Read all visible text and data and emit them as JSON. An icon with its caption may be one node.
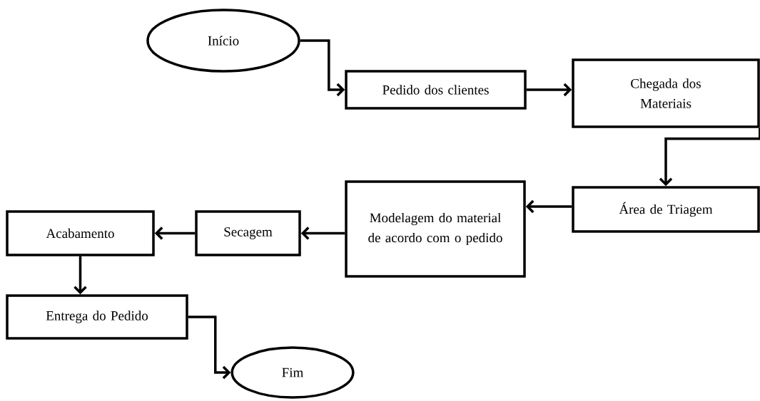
{
  "diagram": {
    "nodes": [
      {
        "text": [
          "Início"
        ]
      },
      {
        "text": [
          "Pedido dos clientes"
        ]
      },
      {
        "text": [
          "Chegada dos Materiais"
        ]
      },
      {
        "text": [
          "Área de Triagem"
        ]
      },
      {
        "text": [
          "Modelagem do material de acordo com o pedido"
        ]
      },
      {
        "text": [
          "Secagem"
        ]
      },
      {
        "text": [
          "Acabamento"
        ]
      },
      {
        "text": [
          "Entrega do Pedido"
        ]
      },
      {
        "text": [
          "Fim"
        ]
      }
    ],
    "edges": [
      {
        "from": 0,
        "to": 1,
        "arrow": "to"
      },
      {
        "from": 1,
        "to": 2,
        "arrow": "to"
      },
      {
        "from": 2,
        "to": 3,
        "arrow": "to"
      },
      {
        "from": 3,
        "to": 4,
        "arrow": "to"
      },
      {
        "from": 4,
        "to": 5,
        "arrow": "to"
      },
      {
        "from": 5,
        "to": 6,
        "arrow": "to"
      },
      {
        "from": 6,
        "to": 7,
        "arrow": "to"
      },
      {
        "from": 7,
        "to": 8,
        "arrow": "to"
      }
    ]
  }
}
